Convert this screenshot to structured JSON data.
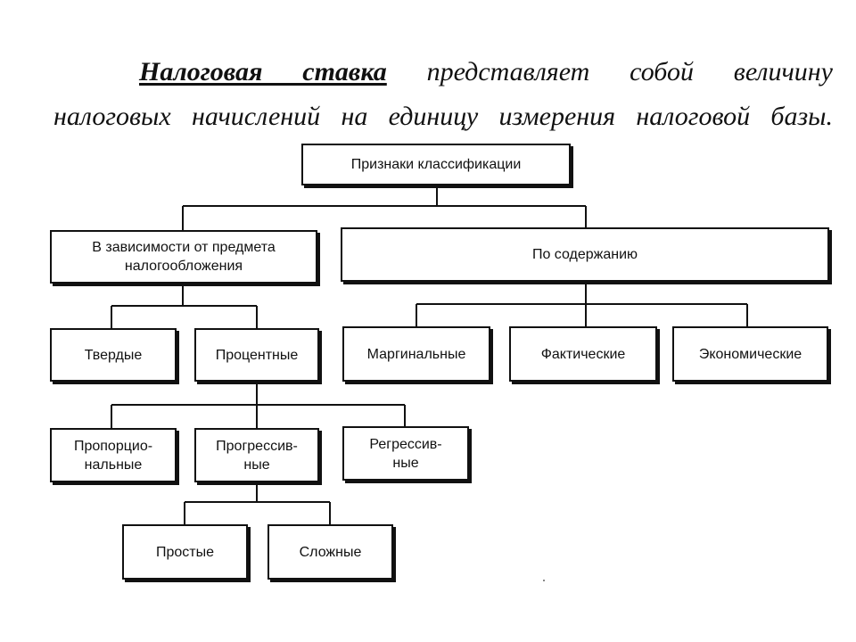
{
  "definition": {
    "term": "Налоговая ставка",
    "line1_rest": "представляет собой величину",
    "line2": "налоговых начислений на единицу измерения налоговой базы."
  },
  "diagram": {
    "root": "Признаки классификации",
    "by_subject": "В зависимости от предмета налогообложения",
    "by_content": "По содержанию",
    "fixed": "Твердые",
    "percent": "Процентные",
    "marginal": "Маргинальные",
    "actual": "Фактические",
    "economic": "Экономические",
    "proportional": "Пропорцио-нальные",
    "progressive": "Прогрессив-ные",
    "regressive": "Регрессив-ные",
    "simple": "Простые",
    "complex": "Сложные"
  }
}
